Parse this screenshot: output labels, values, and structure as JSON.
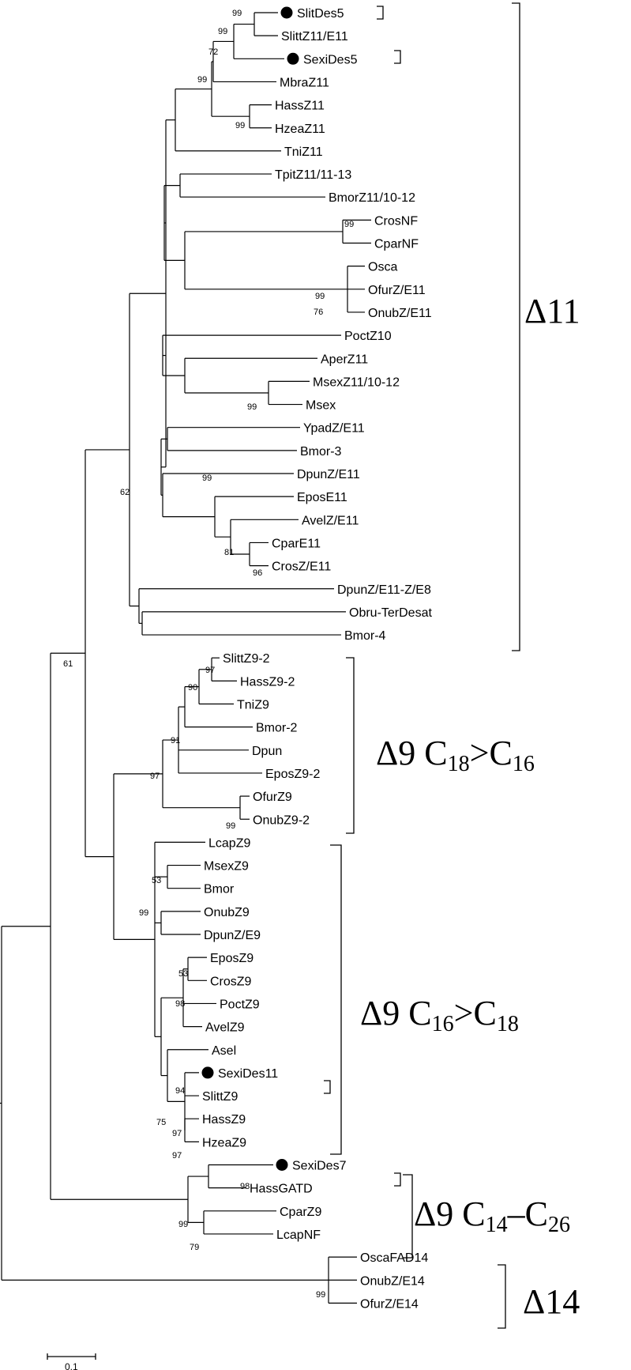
{
  "leaves": [
    "SlitDes5",
    "SlittZ11/E11",
    "SexiDes5",
    "MbraZ11",
    "HassZ11",
    "HzeaZ11",
    "TniZ11",
    "TpitZ11/11-13",
    "BmorZ11/10-12",
    "CrosNF",
    "CparNF",
    "Osca",
    "OfurZ/E11",
    "OnubZ/E11",
    "PoctZ10",
    "AperZ11",
    "MsexZ11/10-12",
    "Msex",
    "YpadZ/E11",
    "Bmor-3",
    "DpunZ/E11",
    "EposE11",
    "AvelZ/E11",
    "CparE11",
    "CrosZ/E11",
    "DpunZ/E11-Z/E8",
    "Obru-TerDesat",
    "Bmor-4",
    "SlittZ9-2",
    "HassZ9-2",
    "TniZ9",
    "Bmor-2",
    "Dpun",
    "EposZ9-2",
    "OfurZ9",
    "OnubZ9-2",
    "LcapZ9",
    "MsexZ9",
    "Bmor",
    "OnubZ9",
    "DpunZ/E9",
    "EposZ9",
    "CrosZ9",
    "PoctZ9",
    "AvelZ9",
    "Asel",
    "SexiDes11",
    "SlittZ9",
    "HassZ9",
    "HzeaZ9",
    "SexiDes7",
    "HassGATD",
    "CparZ9",
    "LcapNF",
    "OscaFAD14",
    "OnubZ/E14",
    "OfurZ/E14"
  ],
  "bootstrap": [
    "99",
    "99",
    "72",
    "99",
    "99",
    "99",
    "99",
    "76",
    "99",
    "99",
    "81",
    "96",
    "62",
    "61",
    "97",
    "90",
    "91",
    "97",
    "99",
    "53",
    "99",
    "53",
    "98",
    "94",
    "75",
    "97",
    "97",
    "98",
    "99",
    "79",
    "99"
  ],
  "marked_leaves": [
    "SlitDes5",
    "SexiDes5",
    "SexiDes11",
    "SexiDes7"
  ],
  "groups": {
    "d11": {
      "symbol": "Δ",
      "num": "11"
    },
    "d9a": {
      "main": "Δ9 C",
      "sub1": "18",
      "gt": ">C",
      "sub2": "16"
    },
    "d9b": {
      "main": "Δ9 C",
      "sub1": "16",
      "gt": ">C",
      "sub2": "18"
    },
    "d9c": {
      "main": "Δ9 C",
      "sub1": "14",
      "dash": "–C",
      "sub2": "26"
    },
    "d14": {
      "symbol": "Δ",
      "num": "14"
    }
  },
  "scale_label": "0.1"
}
